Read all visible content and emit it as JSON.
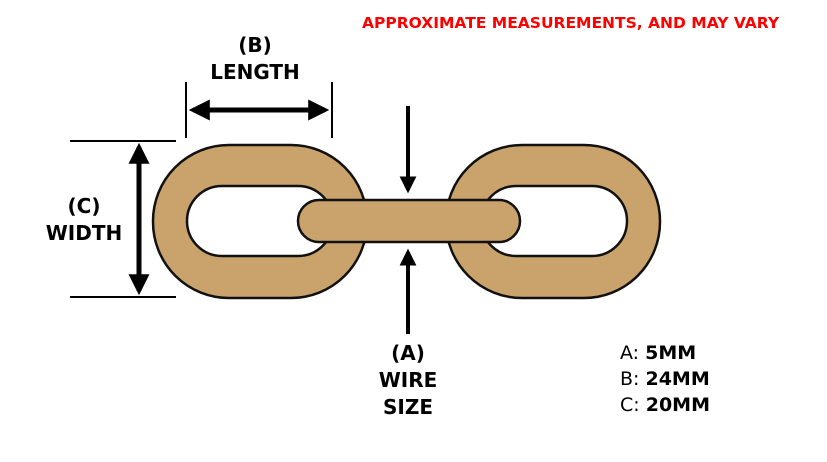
{
  "disclaimer": "APPROXIMATE MEASUREMENTS, AND MAY VARY",
  "labels": {
    "length": {
      "letter": "(B)",
      "name": "LENGTH"
    },
    "width": {
      "letter": "(C)",
      "name": "WIDTH"
    },
    "wire": {
      "letter": "(A)",
      "name1": "WIRE",
      "name2": "SIZE"
    }
  },
  "specs": [
    {
      "key": "A:",
      "value": "5MM"
    },
    {
      "key": "B:",
      "value": "24MM"
    },
    {
      "key": "C:",
      "value": "20MM"
    }
  ],
  "colors": {
    "link_fill": "#c9a36b",
    "outline": "#111111",
    "disclaimer": "#ff0000"
  }
}
